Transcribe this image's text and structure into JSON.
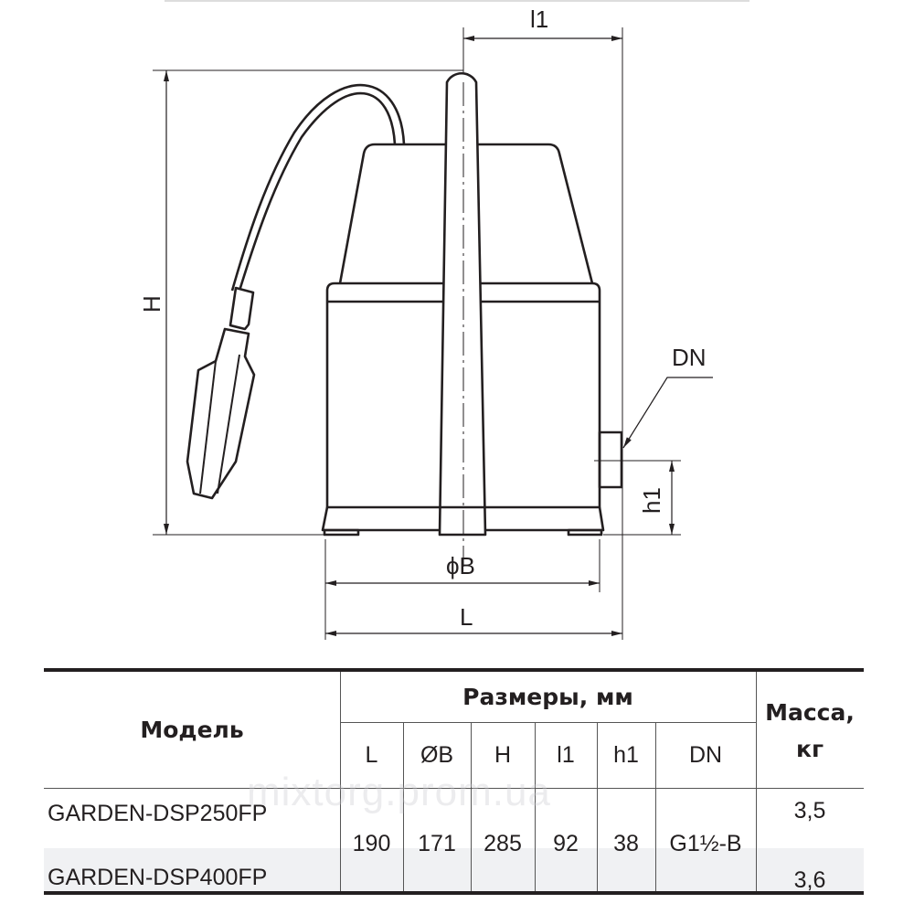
{
  "drawing": {
    "labels": {
      "l1": "l1",
      "H": "H",
      "DN": "DN",
      "h1": "h1",
      "B": "ϕB",
      "L": "L"
    }
  },
  "table": {
    "model_header": "Модель",
    "dims_header": "Размеры, мм",
    "mass_header": "Масса, кг",
    "columns": [
      "L",
      "ØB",
      "H",
      "l1",
      "h1",
      "DN"
    ],
    "shared_values": [
      "190",
      "171",
      "285",
      "92",
      "38",
      "G1½-B"
    ],
    "rows": [
      {
        "model": "GARDEN-DSP250FP",
        "mass": "3,5"
      },
      {
        "model": "GARDEN-DSP400FP",
        "mass": "3,6"
      }
    ]
  },
  "watermark": "mixtorg.prom.ua",
  "colors": {
    "line": "#231f20",
    "row_shade": "#f0f1f3"
  }
}
